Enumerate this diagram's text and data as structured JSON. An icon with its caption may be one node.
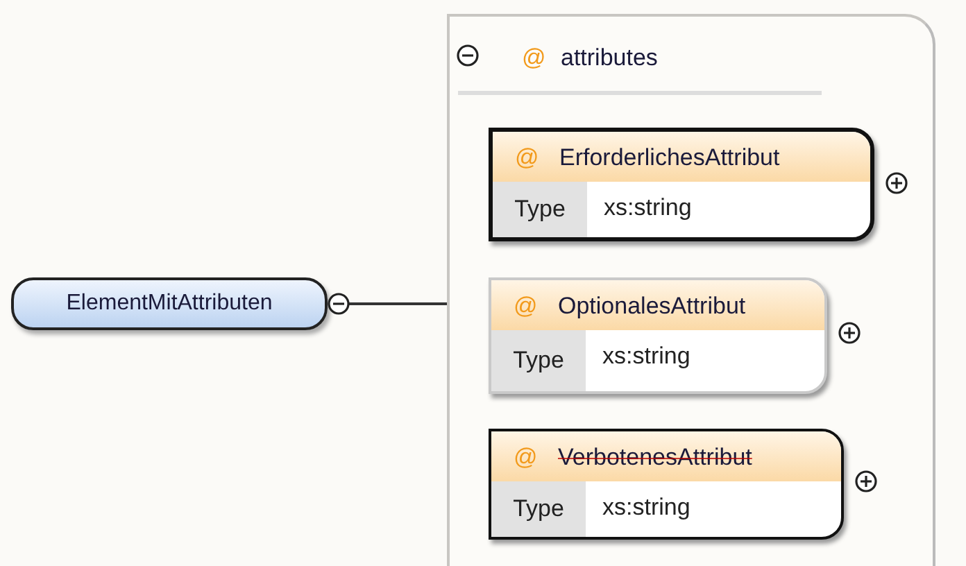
{
  "diagram": {
    "nodes": [
      {
        "text": [
          "ElementMitAttributen"
        ]
      },
      {
        "text": [
          "@",
          "attributes"
        ]
      },
      {
        "text": [
          "@",
          "ErforderlichesAttribut",
          "Type",
          "xs:string"
        ],
        "in": 1
      },
      {
        "text": [
          "@",
          "OptionalesAttribut",
          "Type",
          "xs:string"
        ],
        "in": 1
      },
      {
        "text": [
          "@",
          "VerbotenesAttribut",
          "Type",
          "xs:string"
        ],
        "in": 1
      }
    ],
    "edges": [
      {
        "from": 0,
        "to": 1,
        "arrow": "none"
      }
    ]
  }
}
